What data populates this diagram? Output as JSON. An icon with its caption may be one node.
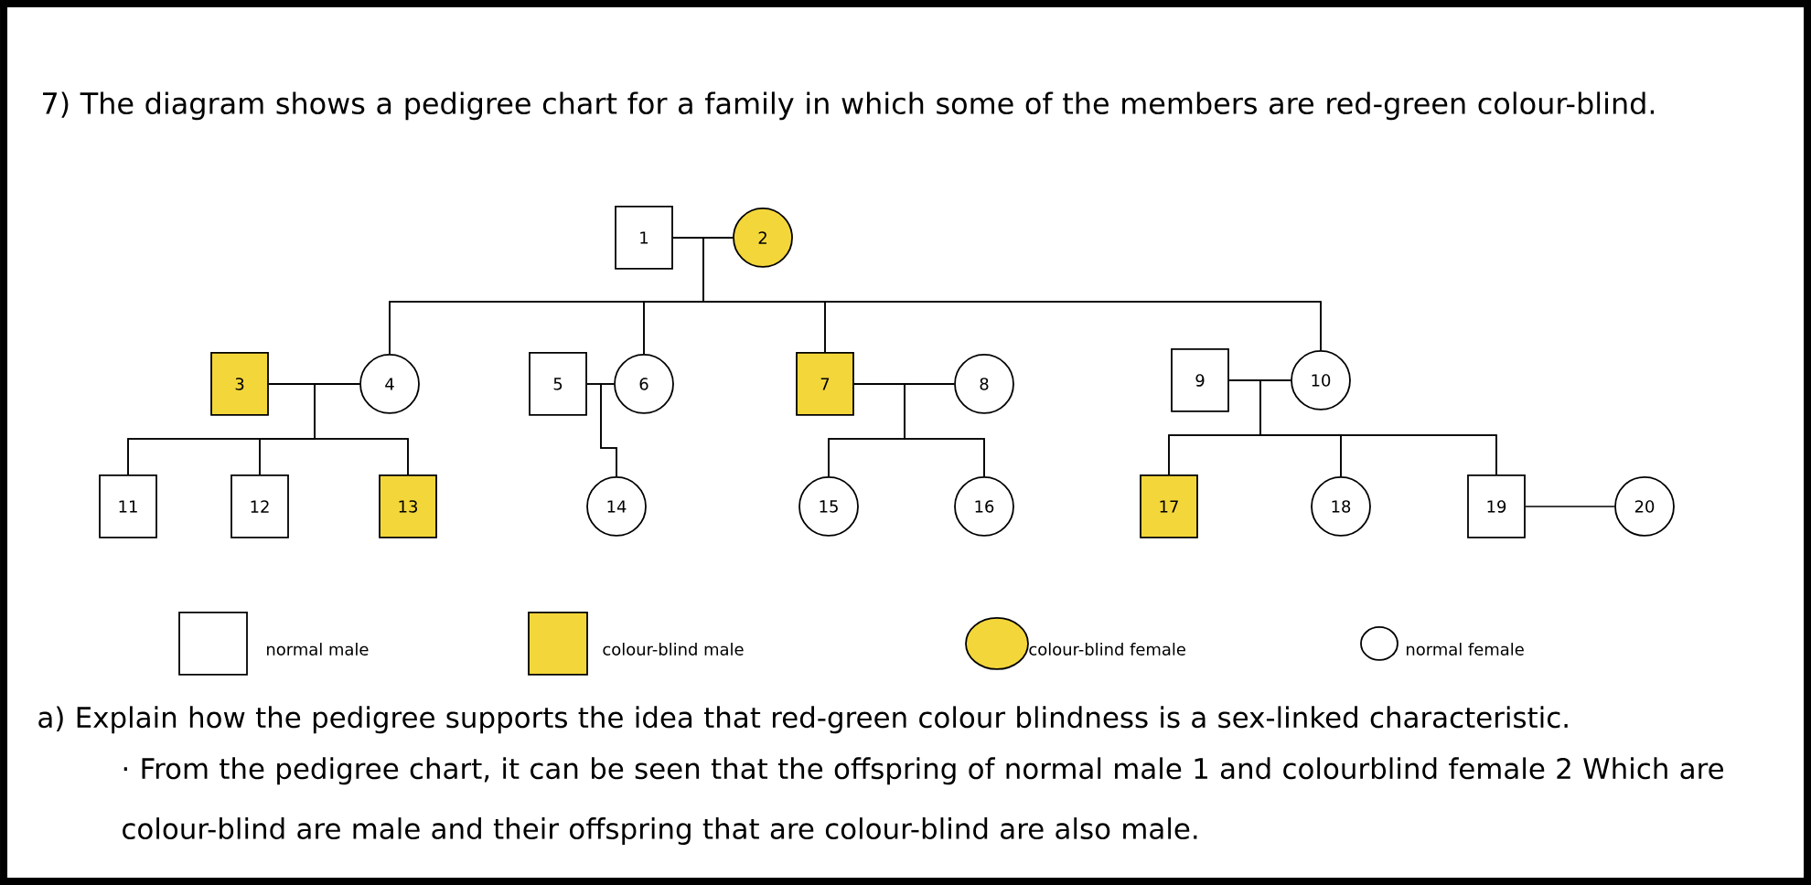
{
  "diagram": {
    "title": "7) The diagram shows a pedigree chart for a family in which some of the members are red-green colour-blind.",
    "nodes": [
      {
        "text": [
          "1"
        ]
      },
      {
        "text": [
          "2"
        ]
      },
      {
        "text": [
          "3"
        ]
      },
      {
        "text": [
          "4"
        ]
      },
      {
        "text": [
          "5"
        ]
      },
      {
        "text": [
          "6"
        ]
      },
      {
        "text": [
          "7"
        ]
      },
      {
        "text": [
          "8"
        ]
      },
      {
        "text": [
          "9"
        ]
      },
      {
        "text": [
          "10"
        ]
      },
      {
        "text": [
          "11"
        ]
      },
      {
        "text": [
          "12"
        ]
      },
      {
        "text": [
          "13"
        ]
      },
      {
        "text": [
          "14"
        ]
      },
      {
        "text": [
          "15"
        ]
      },
      {
        "text": [
          "16"
        ]
      },
      {
        "text": [
          "17"
        ]
      },
      {
        "text": [
          "18"
        ]
      },
      {
        "text": [
          "19"
        ]
      },
      {
        "text": [
          "20"
        ]
      }
    ],
    "edges": [
      {
        "from": 0,
        "to": 1,
        "arrow": "none"
      },
      {
        "from": 0,
        "to": 3,
        "arrow": "none"
      },
      {
        "from": 0,
        "to": 5,
        "arrow": "none"
      },
      {
        "from": 0,
        "to": 6,
        "arrow": "none"
      },
      {
        "from": 0,
        "to": 9,
        "arrow": "none"
      },
      {
        "from": 1,
        "to": 3,
        "arrow": "none"
      },
      {
        "from": 1,
        "to": 5,
        "arrow": "none"
      },
      {
        "from": 1,
        "to": 6,
        "arrow": "none"
      },
      {
        "from": 1,
        "to": 9,
        "arrow": "none"
      },
      {
        "from": 2,
        "to": 3,
        "arrow": "none"
      },
      {
        "from": 4,
        "to": 5,
        "arrow": "none"
      },
      {
        "from": 6,
        "to": 7,
        "arrow": "none"
      },
      {
        "from": 8,
        "to": 9,
        "arrow": "none"
      },
      {
        "from": 2,
        "to": 10,
        "arrow": "none"
      },
      {
        "from": 2,
        "to": 11,
        "arrow": "none"
      },
      {
        "from": 2,
        "to": 12,
        "arrow": "none"
      },
      {
        "from": 3,
        "to": 10,
        "arrow": "none"
      },
      {
        "from": 3,
        "to": 11,
        "arrow": "none"
      },
      {
        "from": 3,
        "to": 12,
        "arrow": "none"
      },
      {
        "from": 4,
        "to": 13,
        "arrow": "none"
      },
      {
        "from": 5,
        "to": 13,
        "arrow": "none"
      },
      {
        "from": 6,
        "to": 14,
        "arrow": "none"
      },
      {
        "from": 6,
        "to": 15,
        "arrow": "none"
      },
      {
        "from": 7,
        "to": 14,
        "arrow": "none"
      },
      {
        "from": 7,
        "to": 15,
        "arrow": "none"
      },
      {
        "from": 8,
        "to": 16,
        "arrow": "none"
      },
      {
        "from": 8,
        "to": 17,
        "arrow": "none"
      },
      {
        "from": 8,
        "to": 18,
        "arrow": "none"
      },
      {
        "from": 9,
        "to": 16,
        "arrow": "none"
      },
      {
        "from": 9,
        "to": 17,
        "arrow": "none"
      },
      {
        "from": 9,
        "to": 18,
        "arrow": "none"
      },
      {
        "from": 18,
        "to": 19,
        "arrow": "none"
      }
    ],
    "labels": [
      "a) Explain how the pedigree supports the idea that red-green colour blindness is a sex-linked characteristic.",
      "· From the pedigree chart, it can be seen that the offspring of normal male 1 and colourblind female 2 Which are colour-blind are male and their offspring that are colour-blind are also male."
    ],
    "legend": [
      {
        "text": "normal male"
      },
      {
        "text": "colour-blind male",
        "color": "#f3d63a"
      },
      {
        "text": "colour-blind female",
        "color": "#f3d63a"
      },
      {
        "text": "normal female"
      }
    ]
  }
}
